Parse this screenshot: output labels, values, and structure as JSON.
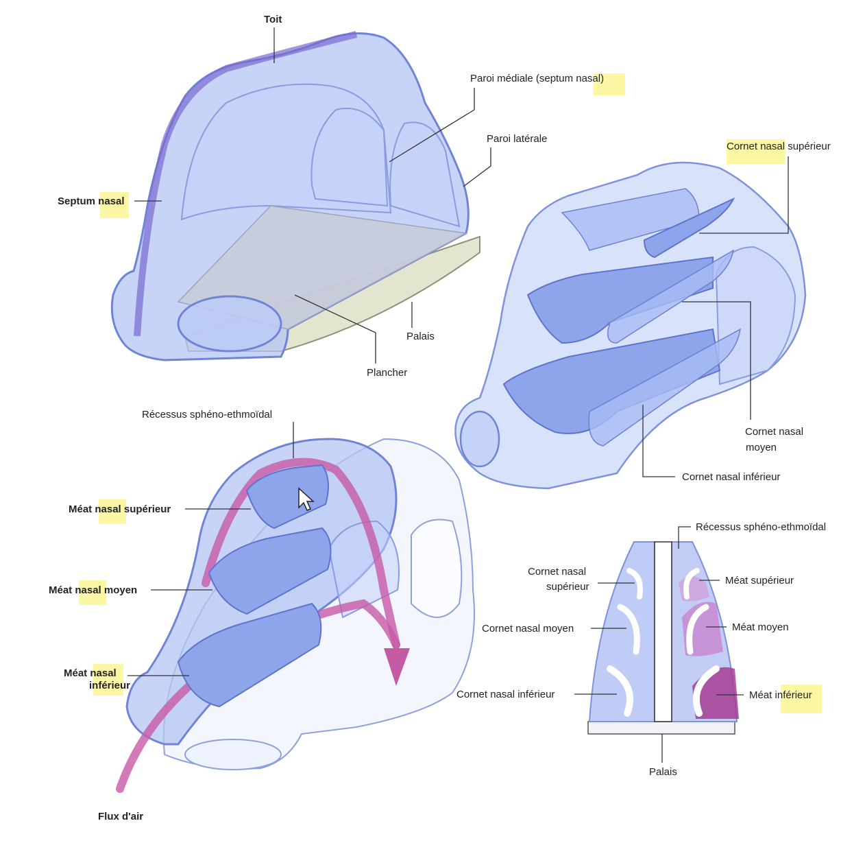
{
  "panel1": {
    "toit": "Toit",
    "paroi_mediale": "Paroi médiale (septum nasal)",
    "paroi_laterale": "Paroi latérale",
    "septum_nasal": "Septum nasal",
    "palais": "Palais",
    "plancher": "Plancher"
  },
  "panel2": {
    "cornet_superieur": "Cornet nasal supérieur",
    "cornet_moyen_1": "Cornet nasal",
    "cornet_moyen_2": "moyen",
    "cornet_inferieur": "Cornet nasal inférieur"
  },
  "panel3": {
    "recessus": "Récessus sphéno-ethmoïdal",
    "meat_superieur": "Méat nasal supérieur",
    "meat_moyen": "Méat nasal moyen",
    "meat_inferieur_1": "Méat nasal",
    "meat_inferieur_2": "inférieur",
    "flux_air": "Flux d'air"
  },
  "panel4": {
    "recessus": "Récessus sphéno-ethmoïdal",
    "cornet_superieur_1": "Cornet nasal",
    "cornet_superieur_2": "supérieur",
    "cornet_moyen": "Cornet nasal moyen",
    "cornet_inferieur": "Cornet nasal inférieur",
    "meat_superieur": "Méat supérieur",
    "meat_moyen": "Méat moyen",
    "meat_inferieur": "Méat inférieur",
    "palais": "Palais"
  },
  "colors": {
    "shell": "#b4c4f4",
    "outline": "#6f84d6",
    "turbinate": "#8ea5ec",
    "airflow": "#c85aa6",
    "highlight": "#fbf7a4"
  }
}
